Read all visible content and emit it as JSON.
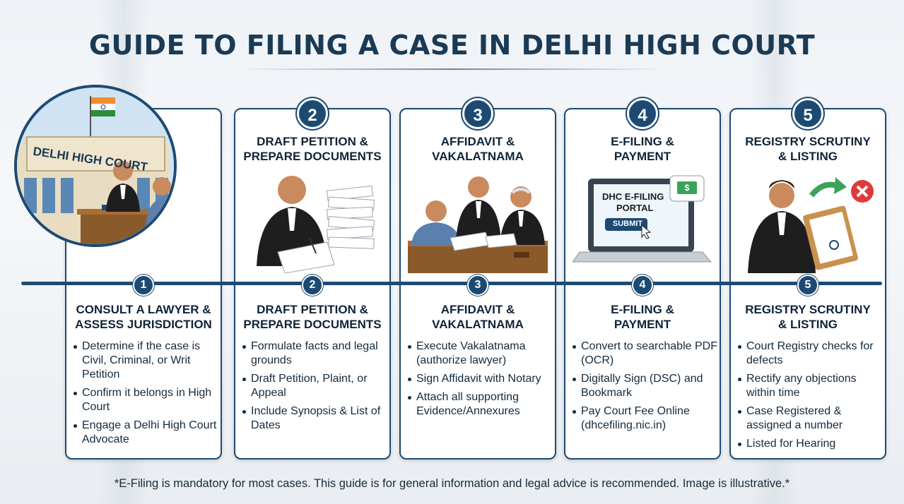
{
  "title": "GUIDE TO FILING A CASE IN DELHI HIGH COURT",
  "colors": {
    "primary": "#1d4a72",
    "text": "#0f2438",
    "accent_green": "#3aa35a",
    "accent_red": "#e03a3a"
  },
  "building_sign": "DELHI HIGH COURT",
  "portal": {
    "title_line1": "DHC E-FILING",
    "title_line2": "PORTAL",
    "submit": "SUBMIT"
  },
  "steps": [
    {
      "num": "1",
      "top_title": "",
      "title_line1": "CONSULT A LAWYER &",
      "title_line2": "ASSESS JURISDICTION",
      "points": [
        "Determine if the case is Civil, Criminal, or Writ Petition",
        "Confirm it belongs in High Court",
        "Engage a Delhi High Court Advocate"
      ]
    },
    {
      "num": "2",
      "top_title": "",
      "top_title_line1": "DRAFT PETITION &",
      "top_title_line2": "PREPARE DOCUMENTS",
      "title_line1": "DRAFT PETITION &",
      "title_line2": "PREPARE DOCUMENTS",
      "points": [
        "Formulate facts and legal grounds",
        "Draft Petition, Plaint, or Appeal",
        "Include Synopsis & List of Dates"
      ]
    },
    {
      "num": "3",
      "top_title_line1": "AFFIDAVIT &",
      "top_title_line2": "VAKALATNAMA",
      "title_line1": "AFFIDAVIT &",
      "title_line2": "VAKALATNAMA",
      "points": [
        "Execute Vakalatnama (authorize lawyer)",
        "Sign Affidavit with Notary",
        "Attach all supporting Evidence/Annexures"
      ]
    },
    {
      "num": "4",
      "top_title_line1": "E-FILING &",
      "top_title_line2": "PAYMENT",
      "title_line1": "E-FILING &",
      "title_line2": "PAYMENT",
      "points": [
        "Convert to searchable PDF (OCR)",
        "Digitally Sign (DSC) and Bookmark",
        "Pay Court Fee Online (dhcefiling.nic.in)"
      ]
    },
    {
      "num": "5",
      "top_title_line1": "REGISTRY SCRUTINY",
      "top_title_line2": "& LISTING",
      "title_line1": "REGISTRY SCRUTINY",
      "title_line2": "& LISTING",
      "points": [
        "Court Registry checks for defects",
        "Rectify any objections within time",
        "Case Registered & assigned a number",
        "Listed for Hearing"
      ]
    }
  ],
  "footnote": "*E-Filing is mandatory for most cases. This guide is for general information and legal advice is recommended. Image is illustrative.*"
}
